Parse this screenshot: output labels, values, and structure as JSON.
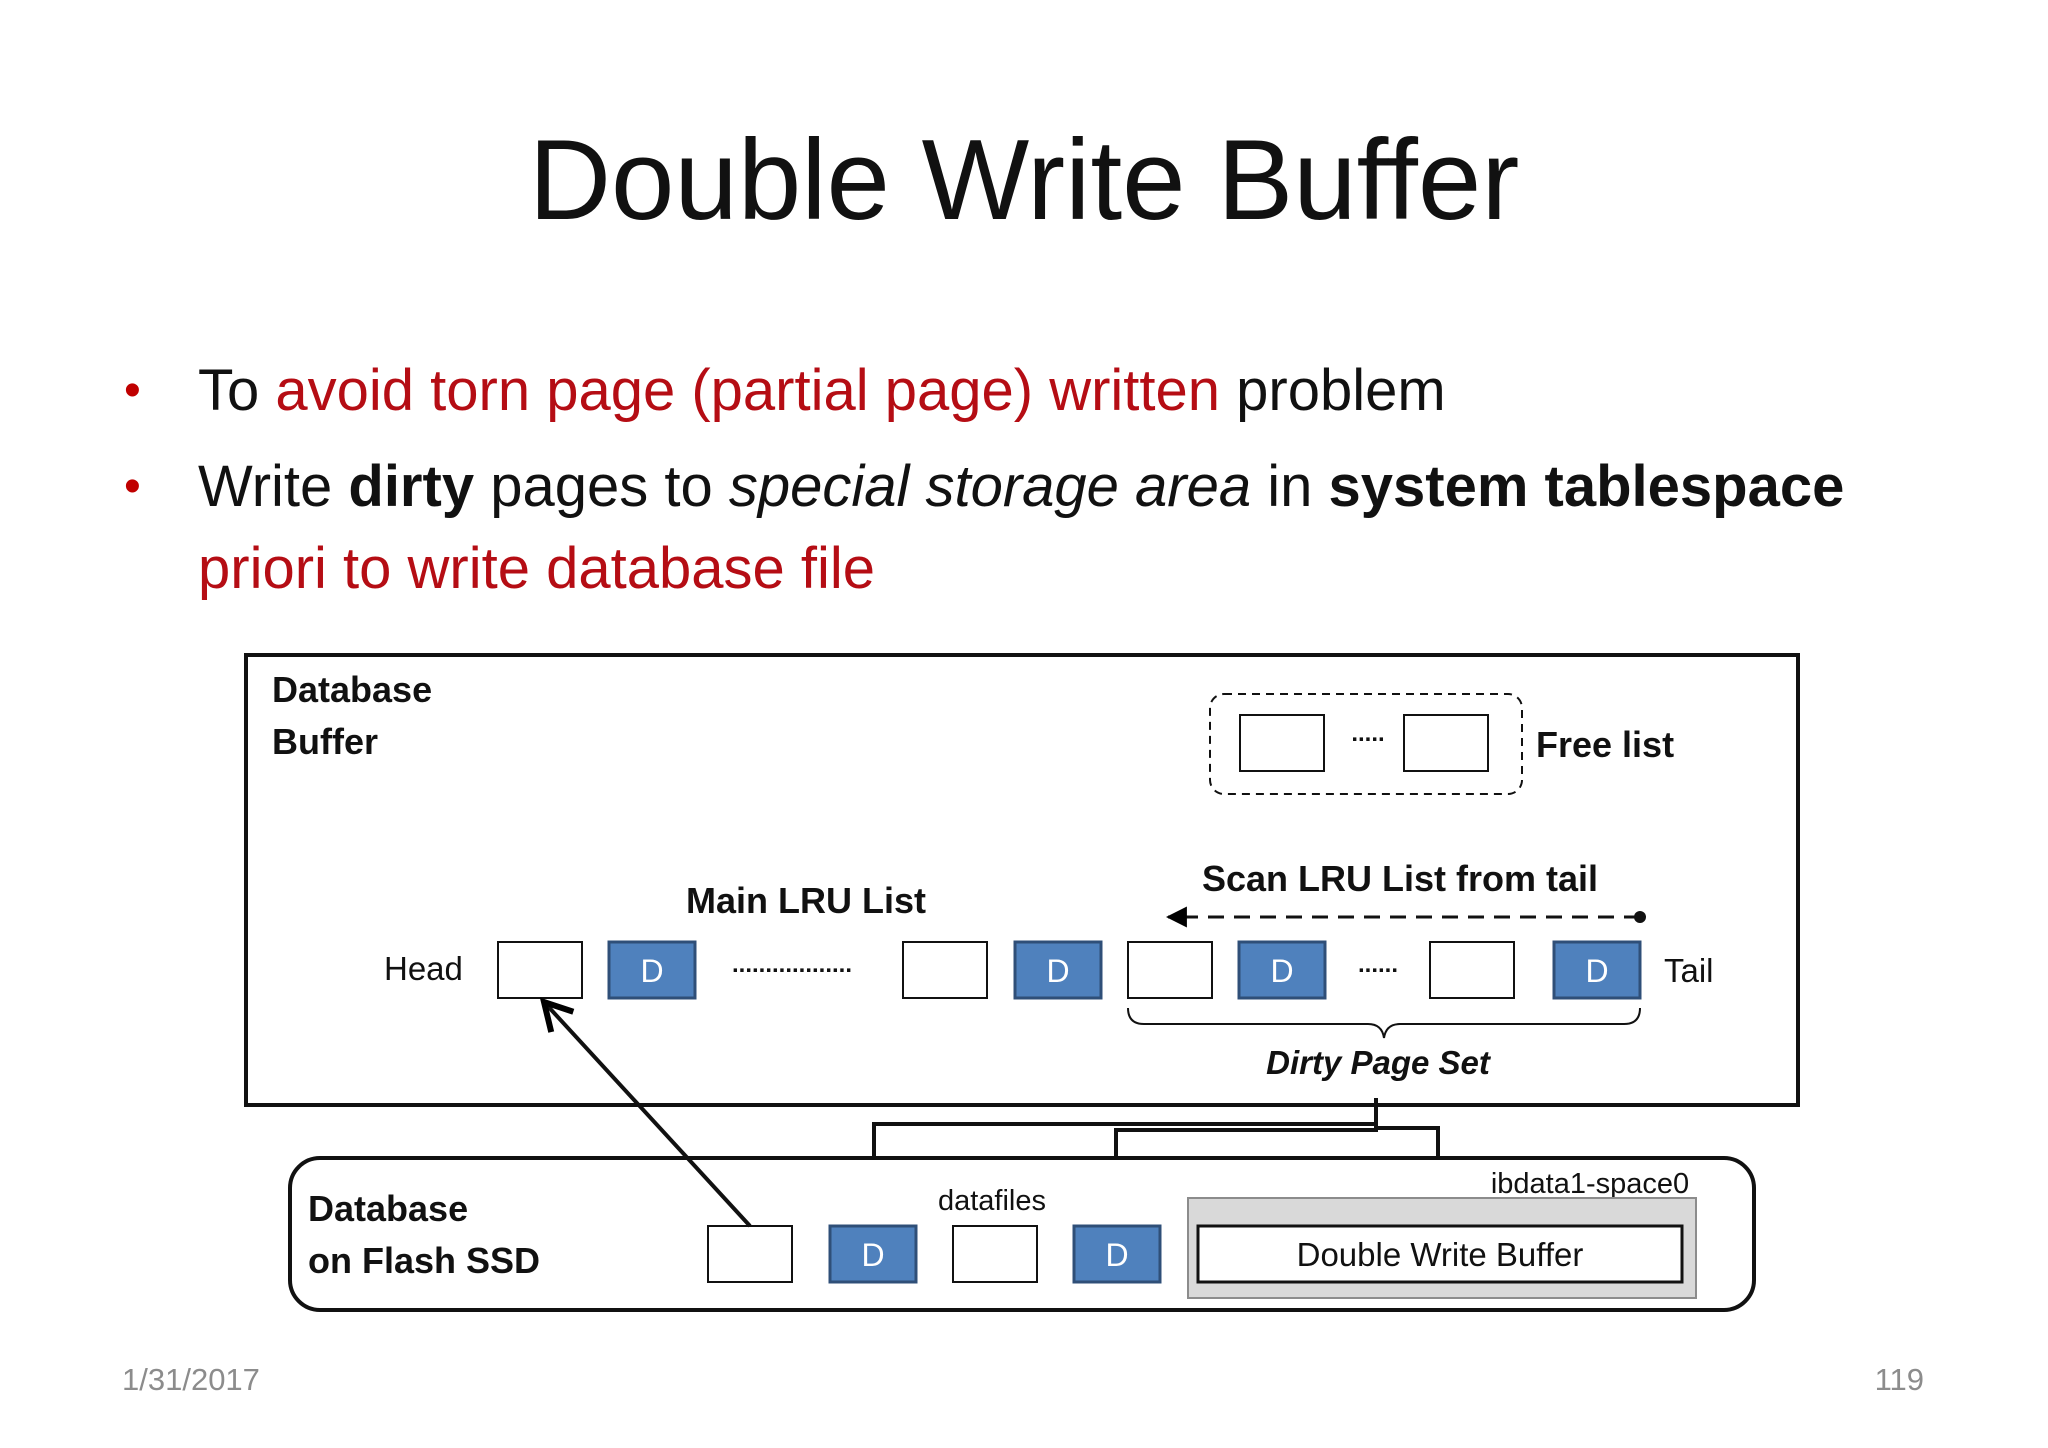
{
  "slide": {
    "title": "Double Write Buffer",
    "bullets": [
      {
        "segments": [
          {
            "text": "To ",
            "style": "normal"
          },
          {
            "text": "avoid torn page (partial page) written",
            "style": "red"
          },
          {
            "text": " problem",
            "style": "normal"
          }
        ]
      },
      {
        "segments": [
          {
            "text": "Write ",
            "style": "normal"
          },
          {
            "text": "dirty",
            "style": "bold"
          },
          {
            "text": " pages to ",
            "style": "normal"
          },
          {
            "text": "special storage area",
            "style": "italic"
          },
          {
            "text": " in ",
            "style": "normal"
          },
          {
            "text": "system tablespace",
            "style": "bold"
          },
          {
            "text": " priori to write database file",
            "style": "red"
          }
        ]
      }
    ],
    "footer": {
      "date": "1/31/2017",
      "page": "119"
    }
  },
  "diagram": {
    "buffer_label_line1": "Database",
    "buffer_label_line2": "Buffer",
    "free_list_label": "Free list",
    "free_list_dots": ".....",
    "main_lru_label": "Main LRU List",
    "scan_label": "Scan LRU List from tail",
    "head_label": "Head",
    "tail_label": "Tail",
    "lru_dots_long": "..................",
    "lru_dots_short": "......",
    "dirty_page_mark": "D",
    "dirty_page_set_label": "Dirty Page Set",
    "ssd_label_line1": "Database",
    "ssd_label_line2": "on Flash SSD",
    "datafiles_label": "datafiles",
    "ibdata_label": "ibdata1-space0",
    "dwb_label": "Double Write Buffer"
  },
  "colors": {
    "accent_red": "#b50d14",
    "dirty_page_fill": "#4f81bd",
    "dirty_page_border": "#2f4f78"
  }
}
